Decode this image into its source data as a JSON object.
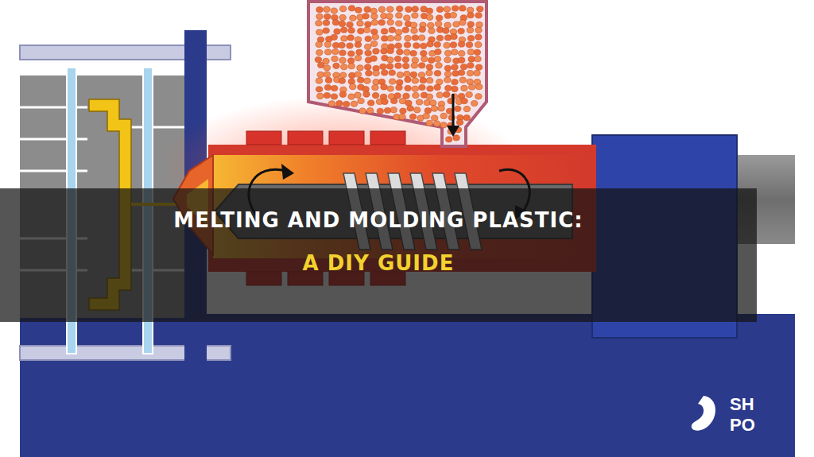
{
  "diagram": {
    "title": "MELTING AND MOLDING PLASTIC:",
    "labels": [
      "A DIY GUIDE",
      "SH",
      "PO"
    ]
  }
}
